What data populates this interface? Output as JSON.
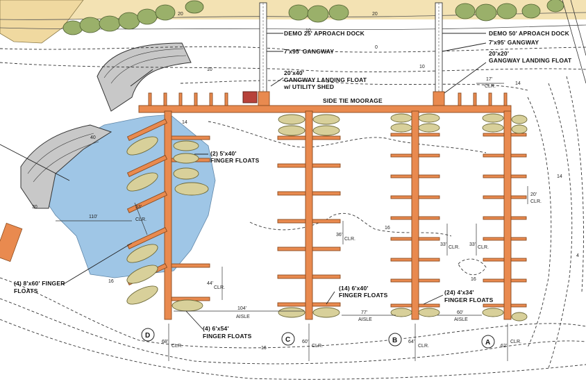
{
  "labels": {
    "demo_25": "DEMO 25' APROACH DOCK",
    "gangway_left": "7'x95' GANGWAY",
    "landing_float_left_1": "20'x40'",
    "landing_float_left_2": "GANGWAY LANDING FLOAT",
    "landing_float_left_3": "w/ UTILITY SHED",
    "demo_50": "DEMO 50' APROACH DOCK",
    "gangway_right": "7'x95' GANGWAY",
    "landing_float_right_1": "20'x20'",
    "landing_float_right_2": "GANGWAY LANDING FLOAT",
    "side_tie": "SIDE TIE MOORAGE",
    "finger_2_1": "(2) 5'x40'",
    "finger_2_2": "FINGER FLOATS",
    "finger_4_8_1": "(4) 8'x60' FINGER",
    "finger_4_8_2": "FLOATS",
    "finger_14_1": "(14) 6'x40'",
    "finger_14_2": "FINGER FLOATS",
    "finger_24_1": "(24) 4'x34'",
    "finger_24_2": "FINGER FLOATS",
    "finger_4_6_1": "(4) 6'x54'",
    "finger_4_6_2": "FINGER FLOATS"
  },
  "dimensions": {
    "w110": "110'",
    "d53": "53'",
    "d44": "44'",
    "d36": "36'",
    "d33a": "33'",
    "d33b": "33'",
    "d17": "17'",
    "d20": "20'",
    "aisle104": "104'",
    "aisle77": "77'",
    "aisle60": "60'",
    "aisle_word": "AISLE",
    "clr": "CLR.",
    "c68": "68'",
    "c60": "60'",
    "c64": "64'",
    "c62": "62'"
  },
  "contour_labels": {
    "c20": "20",
    "c10": "10",
    "c0": "0",
    "c14": "14",
    "c16": "16",
    "c4": "4",
    "c30": "30",
    "c40": "40"
  },
  "docks": {
    "A": "A",
    "B": "B",
    "C": "C",
    "D": "D"
  },
  "colors": {
    "water": "#9fc6e6",
    "dock": "#e98a4f",
    "boat": "#d8d09a",
    "shore": "#f0d9a0",
    "trees": "#9ab06a",
    "shed": "#b7423a"
  }
}
